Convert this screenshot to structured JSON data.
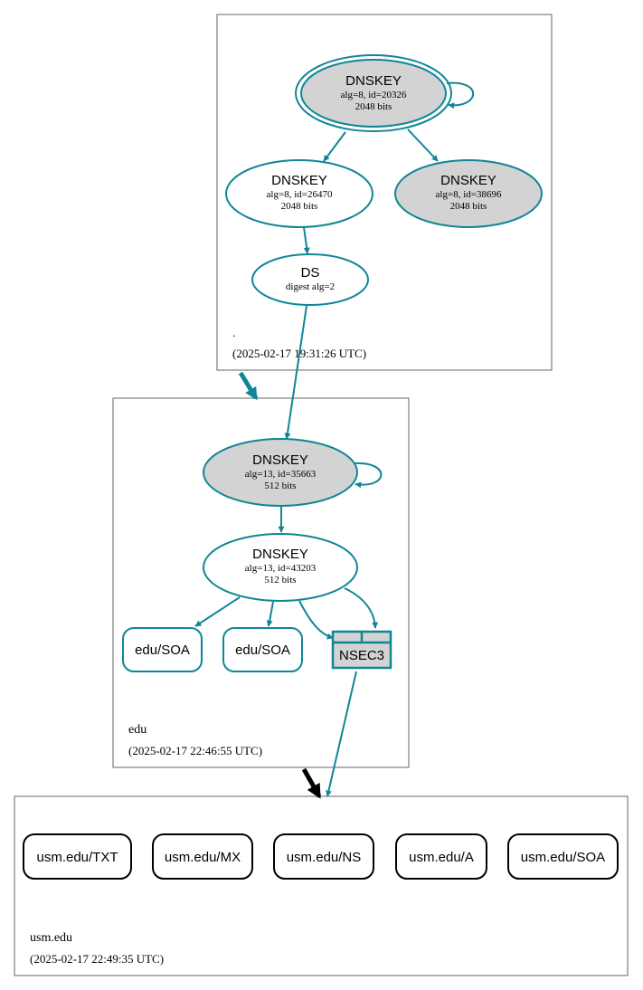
{
  "colors": {
    "edge": "#0f8696",
    "black": "#000000",
    "fill_gray": "#d3d3d3",
    "zone_border": "#666666"
  },
  "zones": {
    "root": {
      "name": ".",
      "timestamp": "(2025-02-17 19:31:26 UTC)"
    },
    "edu": {
      "name": "edu",
      "timestamp": "(2025-02-17 22:46:55 UTC)"
    },
    "usm": {
      "name": "usm.edu",
      "timestamp": "(2025-02-17 22:49:35 UTC)"
    }
  },
  "nodes": {
    "root_ksk": {
      "title": "DNSKEY",
      "line1": "alg=8, id=20326",
      "line2": "2048 bits"
    },
    "root_zsk1": {
      "title": "DNSKEY",
      "line1": "alg=8, id=26470",
      "line2": "2048 bits"
    },
    "root_zsk2": {
      "title": "DNSKEY",
      "line1": "alg=8, id=38696",
      "line2": "2048 bits"
    },
    "root_ds": {
      "title": "DS",
      "line1": "digest alg=2"
    },
    "edu_ksk": {
      "title": "DNSKEY",
      "line1": "alg=13, id=35663",
      "line2": "512 bits"
    },
    "edu_zsk": {
      "title": "DNSKEY",
      "line1": "alg=13, id=43203",
      "line2": "512 bits"
    },
    "edu_soa1": {
      "label": "edu/SOA"
    },
    "edu_soa2": {
      "label": "edu/SOA"
    },
    "edu_nsec3": {
      "label": "NSEC3"
    },
    "usm_txt": {
      "label": "usm.edu/TXT"
    },
    "usm_mx": {
      "label": "usm.edu/MX"
    },
    "usm_ns": {
      "label": "usm.edu/NS"
    },
    "usm_a": {
      "label": "usm.edu/A"
    },
    "usm_soa": {
      "label": "usm.edu/SOA"
    }
  }
}
